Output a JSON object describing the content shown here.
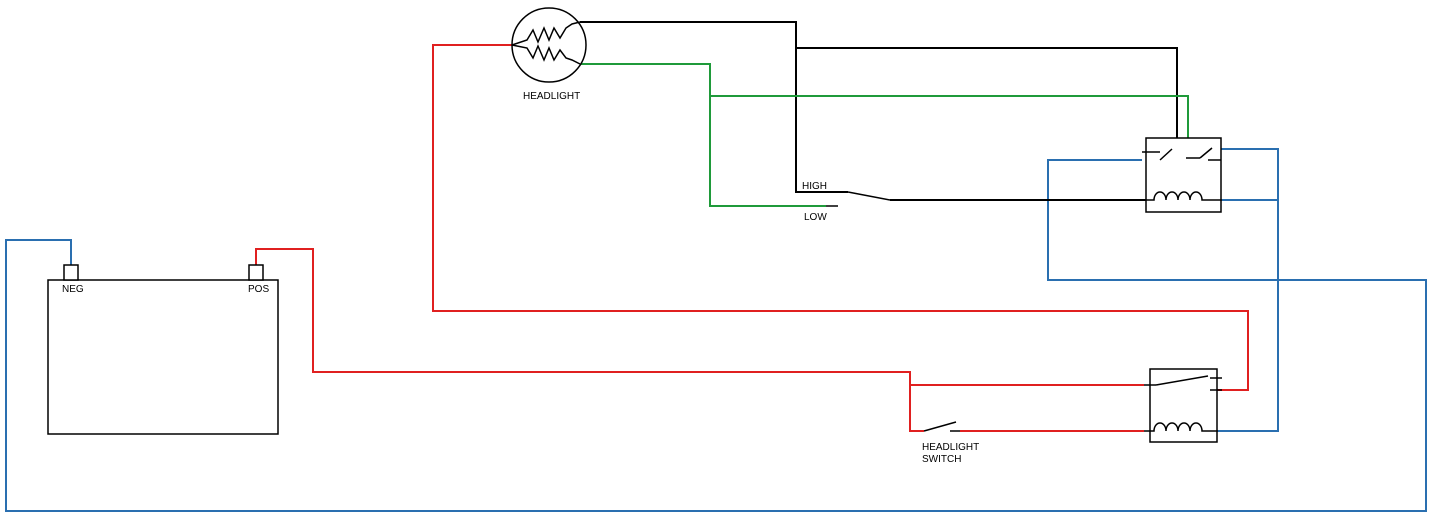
{
  "labels": {
    "headlight": "HEADLIGHT",
    "high": "HIGH",
    "low": "LOW",
    "neg": "NEG",
    "pos": "POS",
    "headlight_switch_line1": "HEADLIGHT",
    "headlight_switch_line2": "SWITCH"
  },
  "colors": {
    "red_wire": "#e02020",
    "black_wire": "#000000",
    "green_wire": "#1f9a3a",
    "blue_wire": "#2a6fb0",
    "components": "#000000"
  }
}
